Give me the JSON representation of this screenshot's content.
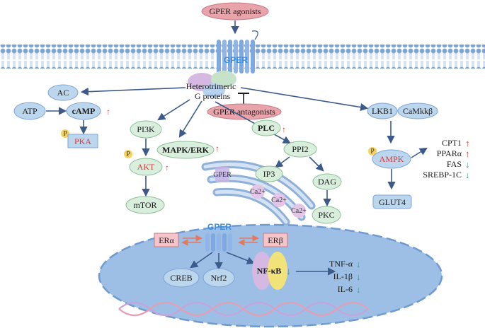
{
  "agonists": "GPER agonists",
  "receptor": "GPER",
  "g_proteins_line1": "Heterotrimeric",
  "g_proteins_line2": "G proteins",
  "antagonists": "GPER antagonists",
  "ac": "AC",
  "atp": "ATP",
  "camp": "cAMP",
  "pka": "PKA",
  "phospho": "P",
  "pi3k": "PI3K",
  "akt": "AKT",
  "mtor": "mTOR",
  "mapk": "MAPK/ERK",
  "plc": "PLC",
  "pip2": "PPI2",
  "ip3": "IP3",
  "dag": "DAG",
  "pkc": "PKC",
  "er_gper": "GPER",
  "calcium": [
    "Ca2+",
    "Ca2+",
    "Ca2+"
  ],
  "lkb1": "LKB1",
  "camkk": "CaMkkβ",
  "ampk": "AMPK",
  "glut4": "GLUT4",
  "ampk_targets": [
    {
      "label": "CPT1",
      "dir": "up"
    },
    {
      "label": "PPARα",
      "dir": "up"
    },
    {
      "label": "FAS",
      "dir": "down"
    },
    {
      "label": "SREBP-1C",
      "dir": "down"
    }
  ],
  "nucleus": {
    "era": "ERα",
    "gper": "GPER",
    "erb": "ERβ",
    "creb": "CREB",
    "nrf2": "Nrf2",
    "nfkb": "NF-κB"
  },
  "cytokines": [
    {
      "label": "TNF-α",
      "dir": "down"
    },
    {
      "label": "IL-1β",
      "dir": "down"
    },
    {
      "label": "IL-6",
      "dir": "down"
    }
  ],
  "colors": {
    "up": "#d83a3a",
    "down": "#3c9a88",
    "oval_blue": "#bcd6ee",
    "oval_green": "#d9eedd",
    "nucleus": "#9dbfe6",
    "membrane": "#8fb0d8"
  }
}
